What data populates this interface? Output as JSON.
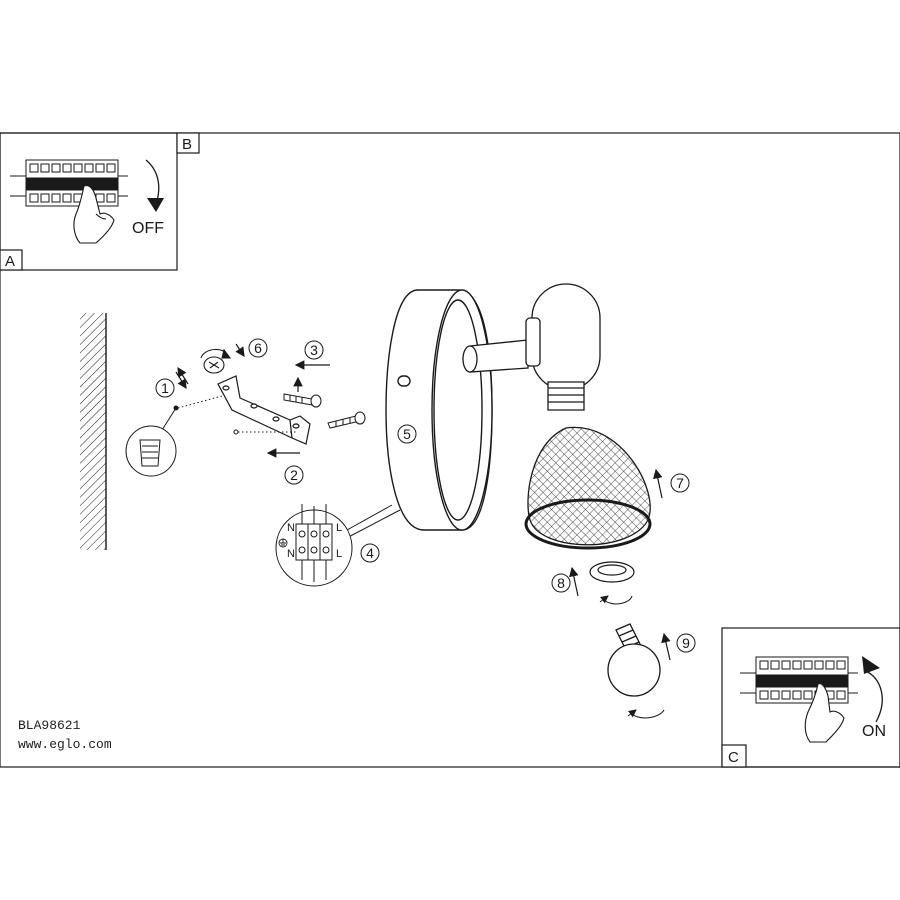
{
  "panels": {
    "a_label": "A",
    "b_label": "B",
    "c_label": "C",
    "off_text": "OFF",
    "on_text": "ON"
  },
  "steps": [
    "1",
    "2",
    "3",
    "4",
    "5",
    "6",
    "7",
    "8",
    "9"
  ],
  "wiring": {
    "n_label": "N",
    "l_label": "L"
  },
  "footer": {
    "model": "BLA98621",
    "website": "www.eglo.com"
  },
  "colors": {
    "line": "#1a1a1a",
    "paper": "#ffffff"
  }
}
